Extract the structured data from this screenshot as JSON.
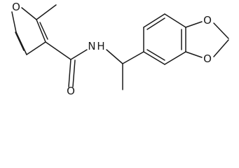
{
  "molecule": {
    "atoms": {
      "furan_o": "O",
      "amide_n": "N",
      "amide_nh": "H",
      "carbonyl_o": "O",
      "dioxole_o_upper": "O",
      "dioxole_o_lower": "O"
    }
  }
}
